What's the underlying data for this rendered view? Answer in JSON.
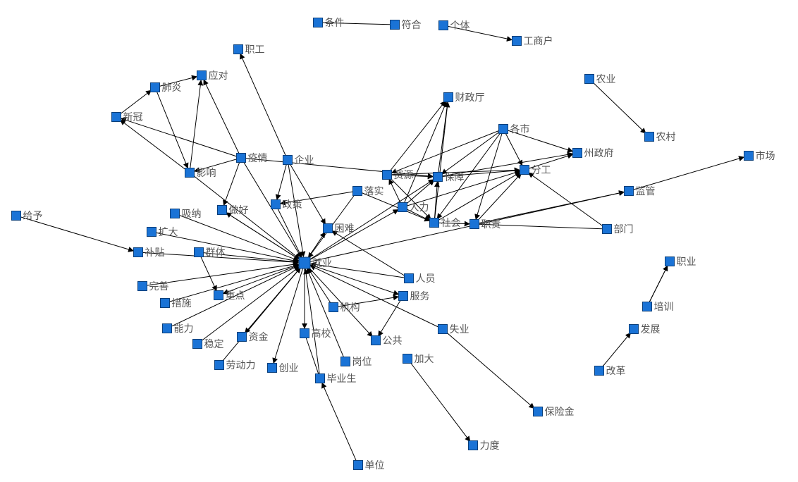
{
  "graph": {
    "nodes": [
      {
        "id": "条件",
        "label": "条件"
      },
      {
        "id": "符合",
        "label": "符合"
      },
      {
        "id": "个体",
        "label": "个体"
      },
      {
        "id": "工商户",
        "label": "工商户"
      },
      {
        "id": "职工",
        "label": "职工"
      },
      {
        "id": "应对",
        "label": "应对"
      },
      {
        "id": "肺炎",
        "label": "肺炎"
      },
      {
        "id": "新冠",
        "label": "新冠"
      },
      {
        "id": "财政厅",
        "label": "财政厅"
      },
      {
        "id": "农业",
        "label": "农业"
      },
      {
        "id": "农村",
        "label": "农村"
      },
      {
        "id": "各市",
        "label": "各市"
      },
      {
        "id": "州政府",
        "label": "州政府"
      },
      {
        "id": "市场",
        "label": "市场"
      },
      {
        "id": "疫情",
        "label": "疫情"
      },
      {
        "id": "企业",
        "label": "企业"
      },
      {
        "id": "影响",
        "label": "影响"
      },
      {
        "id": "资源",
        "label": "资源"
      },
      {
        "id": "保障",
        "label": "保障"
      },
      {
        "id": "分工",
        "label": "分工"
      },
      {
        "id": "落实",
        "label": "落实"
      },
      {
        "id": "监管",
        "label": "监管"
      },
      {
        "id": "给予",
        "label": "给予"
      },
      {
        "id": "吸纳",
        "label": "吸纳"
      },
      {
        "id": "做好",
        "label": "做好"
      },
      {
        "id": "政策",
        "label": "政策"
      },
      {
        "id": "人力",
        "label": "人力"
      },
      {
        "id": "社会",
        "label": "社会"
      },
      {
        "id": "职责",
        "label": "职责"
      },
      {
        "id": "部门",
        "label": "部门"
      },
      {
        "id": "扩大",
        "label": "扩大"
      },
      {
        "id": "困难",
        "label": "困难"
      },
      {
        "id": "补贴",
        "label": "补贴"
      },
      {
        "id": "群体",
        "label": "群体"
      },
      {
        "id": "就业",
        "label": "就业"
      },
      {
        "id": "职业",
        "label": "职业"
      },
      {
        "id": "人员",
        "label": "人员"
      },
      {
        "id": "完善",
        "label": "完善"
      },
      {
        "id": "重点",
        "label": "重点"
      },
      {
        "id": "服务",
        "label": "服务"
      },
      {
        "id": "措施",
        "label": "措施"
      },
      {
        "id": "机构",
        "label": "机构"
      },
      {
        "id": "培训",
        "label": "培训"
      },
      {
        "id": "能力",
        "label": "能力"
      },
      {
        "id": "失业",
        "label": "失业"
      },
      {
        "id": "发展",
        "label": "发展"
      },
      {
        "id": "资金",
        "label": "资金"
      },
      {
        "id": "高校",
        "label": "高校"
      },
      {
        "id": "公共",
        "label": "公共"
      },
      {
        "id": "稳定",
        "label": "稳定"
      },
      {
        "id": "岗位",
        "label": "岗位"
      },
      {
        "id": "加大",
        "label": "加大"
      },
      {
        "id": "劳动力",
        "label": "劳动力"
      },
      {
        "id": "创业",
        "label": "创业"
      },
      {
        "id": "毕业生",
        "label": "毕业生"
      },
      {
        "id": "改革",
        "label": "改革"
      },
      {
        "id": "保险金",
        "label": "保险金"
      },
      {
        "id": "力度",
        "label": "力度"
      },
      {
        "id": "单位",
        "label": "单位"
      }
    ],
    "edges": [
      [
        "条件",
        "符合",
        false
      ],
      [
        "个体",
        "工商户",
        true
      ],
      [
        "农业",
        "农村",
        true
      ],
      [
        "监管",
        "市场",
        true
      ],
      [
        "给予",
        "补贴",
        true
      ],
      [
        "职业",
        "培训",
        false
      ],
      [
        "培训",
        "职业",
        true
      ],
      [
        "改革",
        "发展",
        true
      ],
      [
        "单位",
        "毕业生",
        true
      ],
      [
        "加大",
        "力度",
        true
      ],
      [
        "失业",
        "保险金",
        true
      ],
      [
        "企业",
        "职工",
        true
      ],
      [
        "肺炎",
        "应对",
        true
      ],
      [
        "肺炎",
        "影响",
        true
      ],
      [
        "新冠",
        "肺炎",
        true
      ],
      [
        "影响",
        "新冠",
        true
      ],
      [
        "影响",
        "应对",
        true
      ],
      [
        "疫情",
        "应对",
        true
      ],
      [
        "疫情",
        "新冠",
        true
      ],
      [
        "疫情",
        "做好",
        true
      ],
      [
        "疫情",
        "影响",
        true
      ],
      [
        "影响",
        "就业",
        true
      ],
      [
        "疫情",
        "就业",
        true
      ],
      [
        "疫情",
        "保障",
        true
      ],
      [
        "企业",
        "政策",
        true
      ],
      [
        "企业",
        "困难",
        true
      ],
      [
        "企业",
        "就业",
        true
      ],
      [
        "落实",
        "政策",
        true
      ],
      [
        "落实",
        "就业",
        true
      ],
      [
        "落实",
        "社会",
        true
      ],
      [
        "资源",
        "财政厅",
        true
      ],
      [
        "资源",
        "保障",
        true
      ],
      [
        "资源",
        "分工",
        true
      ],
      [
        "资源",
        "社会",
        true
      ],
      [
        "人力",
        "财政厅",
        true
      ],
      [
        "人力",
        "保障",
        true
      ],
      [
        "人力",
        "分工",
        true
      ],
      [
        "人力",
        "社会",
        true
      ],
      [
        "人力",
        "资源",
        true
      ],
      [
        "保障",
        "财政厅",
        true
      ],
      [
        "保障",
        "分工",
        true
      ],
      [
        "保障",
        "州政府",
        true
      ],
      [
        "社会",
        "保障",
        true
      ],
      [
        "社会",
        "财政厅",
        true
      ],
      [
        "社会",
        "分工",
        true
      ],
      [
        "社会",
        "职责",
        true
      ],
      [
        "各市",
        "资源",
        true
      ],
      [
        "各市",
        "保障",
        true
      ],
      [
        "各市",
        "分工",
        true
      ],
      [
        "各市",
        "州政府",
        true
      ],
      [
        "各市",
        "职责",
        true
      ],
      [
        "各市",
        "社会",
        true
      ],
      [
        "分工",
        "州政府",
        true
      ],
      [
        "职责",
        "分工",
        true
      ],
      [
        "职责",
        "监管",
        true
      ],
      [
        "部门",
        "分工",
        true
      ],
      [
        "部门",
        "职责",
        false
      ],
      [
        "就业",
        "做好",
        true
      ],
      [
        "就业",
        "困难",
        true
      ],
      [
        "就业",
        "人力",
        true
      ],
      [
        "就业",
        "保障",
        true
      ],
      [
        "就业",
        "监管",
        true
      ],
      [
        "吸纳",
        "就业",
        true
      ],
      [
        "扩大",
        "就业",
        true
      ],
      [
        "补贴",
        "就业",
        true
      ],
      [
        "群体",
        "就业",
        true
      ],
      [
        "群体",
        "重点",
        true
      ],
      [
        "完善",
        "就业",
        true
      ],
      [
        "就业",
        "重点",
        true
      ],
      [
        "措施",
        "就业",
        true
      ],
      [
        "能力",
        "就业",
        true
      ],
      [
        "稳定",
        "就业",
        true
      ],
      [
        "资金",
        "就业",
        true
      ],
      [
        "就业",
        "资金",
        true
      ],
      [
        "劳动力",
        "就业",
        true
      ],
      [
        "就业",
        "创业",
        true
      ],
      [
        "就业",
        "高校",
        true
      ],
      [
        "毕业生",
        "就业",
        true
      ],
      [
        "岗位",
        "就业",
        true
      ],
      [
        "就业",
        "公共",
        true
      ],
      [
        "就业",
        "服务",
        true
      ],
      [
        "机构",
        "就业",
        true
      ],
      [
        "机构",
        "服务",
        true
      ],
      [
        "服务",
        "公共",
        true
      ],
      [
        "人员",
        "就业",
        true
      ],
      [
        "人员",
        "困难",
        true
      ],
      [
        "失业",
        "就业",
        true
      ],
      [
        "高校",
        "毕业生",
        false
      ],
      [
        "政策",
        "就业",
        true
      ],
      [
        "做好",
        "就业",
        false
      ]
    ]
  }
}
